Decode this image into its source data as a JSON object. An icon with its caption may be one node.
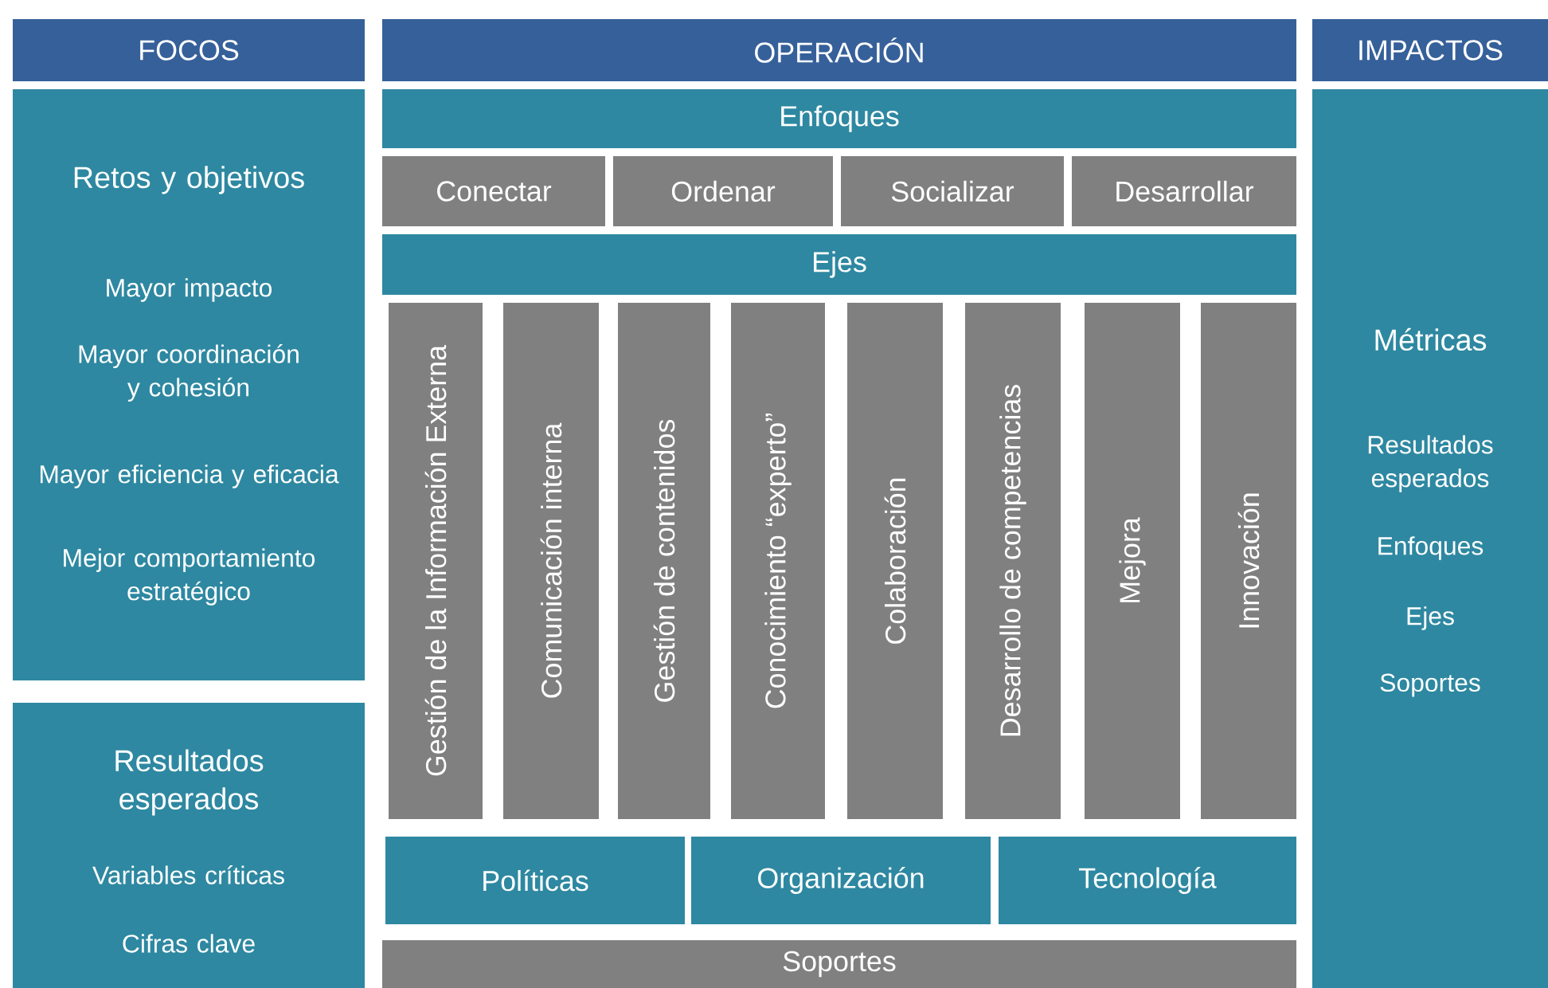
{
  "diagram": {
    "nodes": [
      {
        "text": [
          "FOCOS"
        ]
      },
      {
        "text": [
          "OPERACIÓN"
        ]
      },
      {
        "text": [
          "IMPACTOS"
        ]
      },
      {
        "text": [
          "Retos y objetivos",
          "Mayor impacto",
          "Mayor coordinación y cohesión",
          "Mayor eficiencia y eficacia",
          "Mejor comportamiento estratégico"
        ]
      },
      {
        "text": [
          "Resultados esperados",
          "Variables críticas",
          "Cifras clave"
        ]
      },
      {
        "text": [
          "Enfoques"
        ]
      },
      {
        "text": [
          "Conectar"
        ]
      },
      {
        "text": [
          "Ordenar"
        ]
      },
      {
        "text": [
          "Socializar"
        ]
      },
      {
        "text": [
          "Desarrollar"
        ]
      },
      {
        "text": [
          "Ejes"
        ]
      },
      {
        "text": [
          "Gestión de la Información Externa"
        ]
      },
      {
        "text": [
          "Comunicación interna"
        ]
      },
      {
        "text": [
          "Gestión de contenidos"
        ]
      },
      {
        "text": [
          "Conocimiento “experto”"
        ]
      },
      {
        "text": [
          "Colaboración"
        ]
      },
      {
        "text": [
          "Desarrollo de competencias"
        ]
      },
      {
        "text": [
          "Mejora"
        ]
      },
      {
        "text": [
          "Innovación"
        ]
      },
      {
        "text": [
          "Políticas"
        ]
      },
      {
        "text": [
          "Organización"
        ]
      },
      {
        "text": [
          "Tecnología"
        ]
      },
      {
        "text": [
          "Soportes"
        ]
      },
      {
        "text": [
          "Métricas",
          "Resultados esperados",
          "Enfoques",
          "Ejes",
          "Soportes"
        ]
      }
    ]
  }
}
